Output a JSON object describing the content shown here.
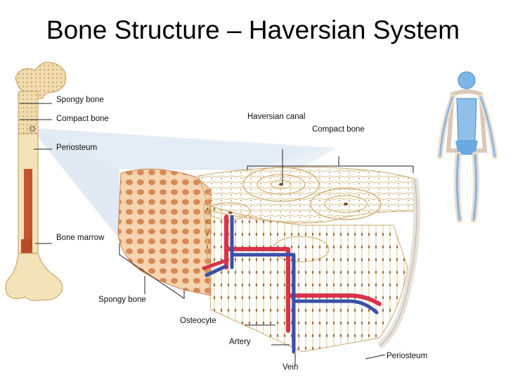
{
  "slide": {
    "title": "Bone Structure – Haversian System"
  },
  "labels": {
    "spongy_bone_top": "Spongy bone",
    "compact_bone_left": "Compact bone",
    "haversian_canal": "Haversian canal",
    "compact_bone_right": "Compact bone",
    "periosteum_left": "Periosteum",
    "bone_marrow": "Bone marrow",
    "spongy_bone_bottom": "Spongy bone",
    "osteocyte": "Osteocyte",
    "artery": "Artery",
    "periosteum_right": "Periosteum",
    "vein": "Vein"
  },
  "colors": {
    "bone": "#f2dfae",
    "bone_dark": "#e3c68a",
    "spongy": "#e9a877",
    "marrow": "#c2552f",
    "artery": "#d9324a",
    "vein": "#3a4fa8",
    "skeleton": "#6aa9e0",
    "projection": "#cfdbe8"
  }
}
